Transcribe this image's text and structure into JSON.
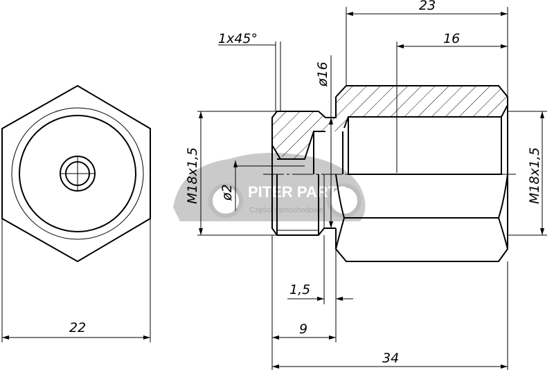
{
  "watermark": {
    "brand": "PITER PARTS",
    "tagline": "Części samochodowe"
  },
  "dimensions": {
    "overall_length": "34",
    "body_length": "23",
    "thread_depth": "16",
    "chamfer": "1x45°",
    "bore_diameter": "ø16",
    "thread_left": "M18x1,5",
    "hole_diameter": "ø2",
    "thread_right": "M18x1,5",
    "groove_width": "1,5",
    "plug_length": "9",
    "hex_size": "22"
  }
}
